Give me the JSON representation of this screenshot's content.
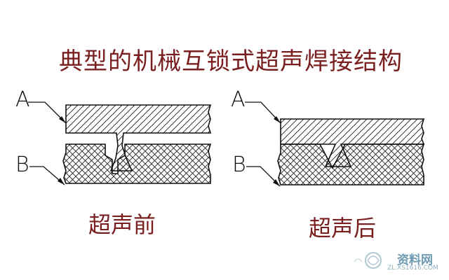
{
  "title": "典型的机械互锁式超声焊接结构",
  "left_panel": {
    "part_a_label": "A",
    "part_b_label": "B",
    "caption": "超声前"
  },
  "right_panel": {
    "part_a_label": "A",
    "part_b_label": "B",
    "caption": "超声后"
  },
  "watermark": {
    "text": "资料网",
    "subtext": "ZL.XS1616.COM"
  },
  "colors": {
    "title": "#7a1f1f",
    "lines": "#111111"
  }
}
